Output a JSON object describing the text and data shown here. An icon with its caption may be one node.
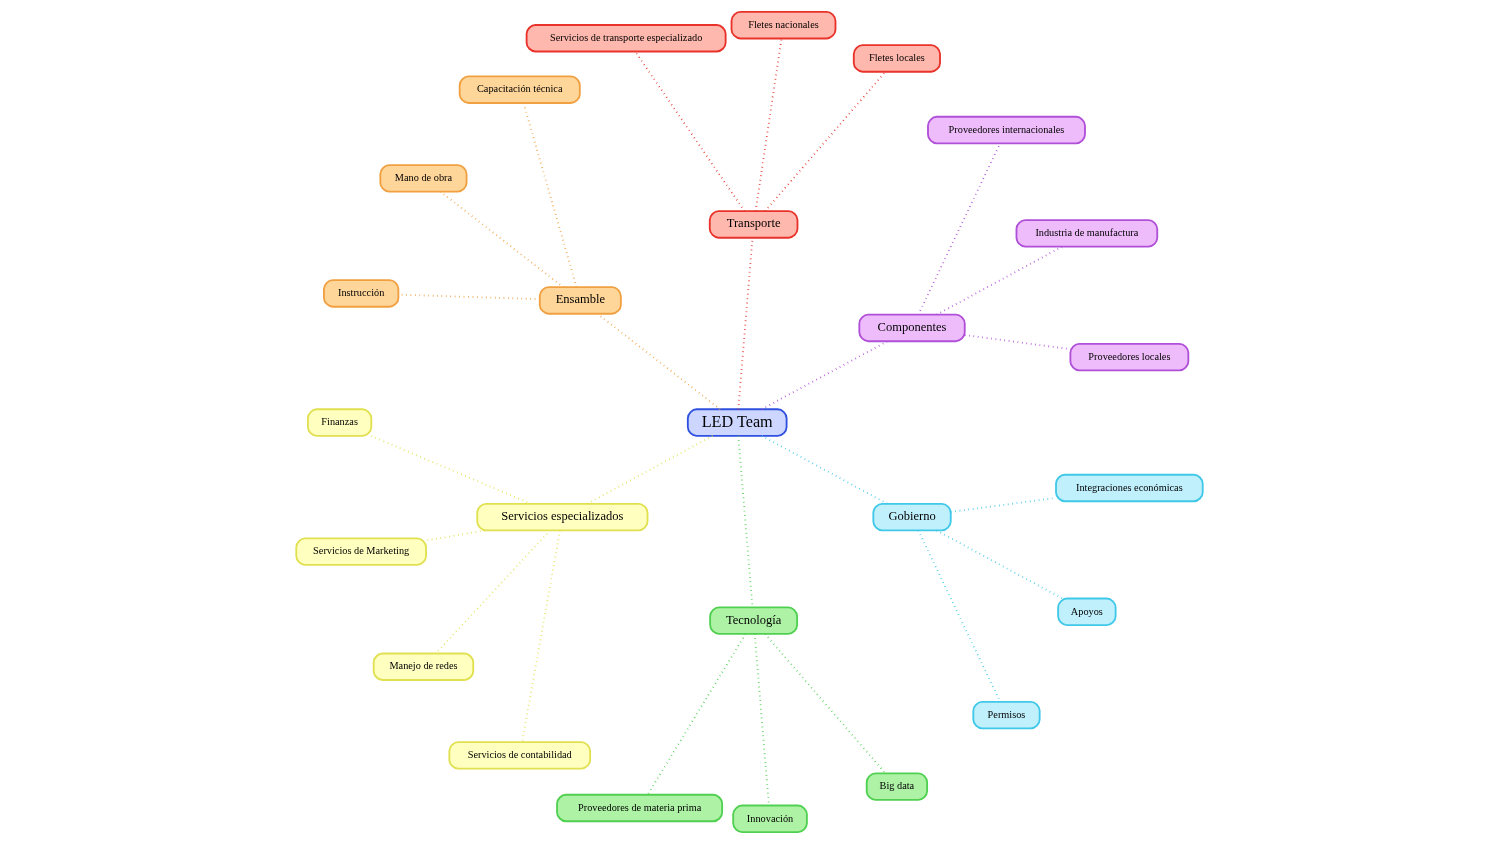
{
  "diagram": {
    "nodes": [
      {
        "text": [
          "LED Team"
        ]
      },
      {
        "text": [
          "Componentes"
        ]
      },
      {
        "text": [
          "Proveedores locales"
        ]
      },
      {
        "text": [
          "Industria de manufactura"
        ]
      },
      {
        "text": [
          "Proveedores internacionales"
        ]
      },
      {
        "text": [
          "Transporte"
        ]
      },
      {
        "text": [
          "Fletes locales"
        ]
      },
      {
        "text": [
          "Fletes nacionales"
        ]
      },
      {
        "text": [
          "Servicios de transporte especializado"
        ]
      },
      {
        "text": [
          "Ensamble"
        ]
      },
      {
        "text": [
          "Capacitación técnica"
        ]
      },
      {
        "text": [
          "Mano de obra"
        ]
      },
      {
        "text": [
          "Instrucción"
        ]
      },
      {
        "text": [
          "Servicios especializados"
        ]
      },
      {
        "text": [
          "Finanzas"
        ]
      },
      {
        "text": [
          "Servicios de Marketing"
        ]
      },
      {
        "text": [
          "Manejo de redes"
        ]
      },
      {
        "text": [
          "Servicios de contabilidad"
        ]
      },
      {
        "text": [
          "Tecnología"
        ]
      },
      {
        "text": [
          "Proveedores de materia prima"
        ]
      },
      {
        "text": [
          "Innovación"
        ]
      },
      {
        "text": [
          "Big data"
        ]
      },
      {
        "text": [
          "Gobierno"
        ]
      },
      {
        "text": [
          "Permisos"
        ]
      },
      {
        "text": [
          "Apoyos"
        ]
      },
      {
        "text": [
          "Integraciones económicas"
        ]
      }
    ],
    "edges": [
      {
        "from": 0,
        "to": 1,
        "arrow": "none",
        "color": "#b04fd8"
      },
      {
        "from": 1,
        "to": 2,
        "arrow": "none",
        "color": "#b04fd8"
      },
      {
        "from": 1,
        "to": 3,
        "arrow": "none",
        "color": "#b04fd8"
      },
      {
        "from": 1,
        "to": 4,
        "arrow": "none",
        "color": "#b04fd8"
      },
      {
        "from": 0,
        "to": 5,
        "arrow": "none",
        "color": "#e8322a"
      },
      {
        "from": 5,
        "to": 6,
        "arrow": "none",
        "color": "#e8322a"
      },
      {
        "from": 5,
        "to": 7,
        "arrow": "none",
        "color": "#e8322a"
      },
      {
        "from": 5,
        "to": 8,
        "arrow": "none",
        "color": "#e8322a"
      },
      {
        "from": 0,
        "to": 9,
        "arrow": "none",
        "color": "#f0a040"
      },
      {
        "from": 9,
        "to": 10,
        "arrow": "none",
        "color": "#f0a040"
      },
      {
        "from": 9,
        "to": 11,
        "arrow": "none",
        "color": "#f0a040"
      },
      {
        "from": 9,
        "to": 12,
        "arrow": "none",
        "color": "#f0a040"
      },
      {
        "from": 0,
        "to": 13,
        "arrow": "none",
        "color": "#e0e050"
      },
      {
        "from": 13,
        "to": 14,
        "arrow": "none",
        "color": "#e0e050"
      },
      {
        "from": 13,
        "to": 15,
        "arrow": "none",
        "color": "#e0e050"
      },
      {
        "from": 13,
        "to": 16,
        "arrow": "none",
        "color": "#e0e050"
      },
      {
        "from": 13,
        "to": 17,
        "arrow": "none",
        "color": "#e0e050"
      },
      {
        "from": 0,
        "to": 18,
        "arrow": "none",
        "color": "#50d050"
      },
      {
        "from": 18,
        "to": 19,
        "arrow": "none",
        "color": "#50d050"
      },
      {
        "from": 18,
        "to": 20,
        "arrow": "none",
        "color": "#50d050"
      },
      {
        "from": 18,
        "to": 21,
        "arrow": "none",
        "color": "#50d050"
      },
      {
        "from": 0,
        "to": 22,
        "arrow": "none",
        "color": "#40c8e8"
      },
      {
        "from": 22,
        "to": 23,
        "arrow": "none",
        "color": "#40c8e8"
      },
      {
        "from": 22,
        "to": 24,
        "arrow": "none",
        "color": "#40c8e8"
      },
      {
        "from": 22,
        "to": 25,
        "arrow": "none",
        "color": "#40c8e8"
      }
    ]
  }
}
